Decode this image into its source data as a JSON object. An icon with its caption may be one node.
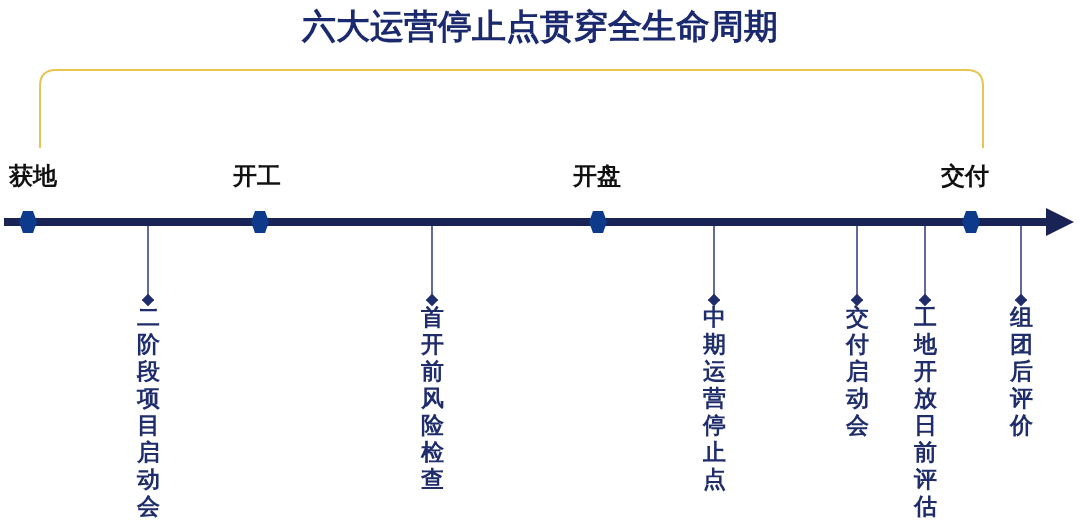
{
  "diagram": {
    "title": "六大运营停止点贯穿全生命周期",
    "nodes": [
      {
        "text": [
          "获地"
        ]
      },
      {
        "text": [
          "开工"
        ]
      },
      {
        "text": [
          "开盘"
        ]
      },
      {
        "text": [
          "交付"
        ]
      },
      {
        "text": [
          "二阶段项目启动会"
        ]
      },
      {
        "text": [
          "首开前风险检查"
        ]
      },
      {
        "text": [
          "中期运营停止点"
        ]
      },
      {
        "text": [
          "交付启动会"
        ]
      },
      {
        "text": [
          "工地开放日前评估"
        ]
      },
      {
        "text": [
          "组团后评价"
        ]
      }
    ],
    "edges": [
      {
        "from": 4,
        "to": null,
        "arrow": "other"
      },
      {
        "from": 5,
        "to": null,
        "arrow": "other"
      },
      {
        "from": 6,
        "to": null,
        "arrow": "other"
      },
      {
        "from": 7,
        "to": null,
        "arrow": "other"
      },
      {
        "from": 8,
        "to": null,
        "arrow": "other"
      },
      {
        "from": 9,
        "to": null,
        "arrow": "other"
      }
    ]
  }
}
